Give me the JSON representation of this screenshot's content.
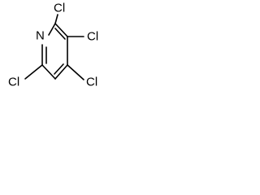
{
  "molecule": {
    "atoms": {
      "n1": "N",
      "cl2": "Cl",
      "cl3": "Cl",
      "cl4": "Cl",
      "cl6": "Cl"
    },
    "colors": {
      "bond": "#000000",
      "label": "#000000",
      "background": "#ffffff"
    }
  }
}
